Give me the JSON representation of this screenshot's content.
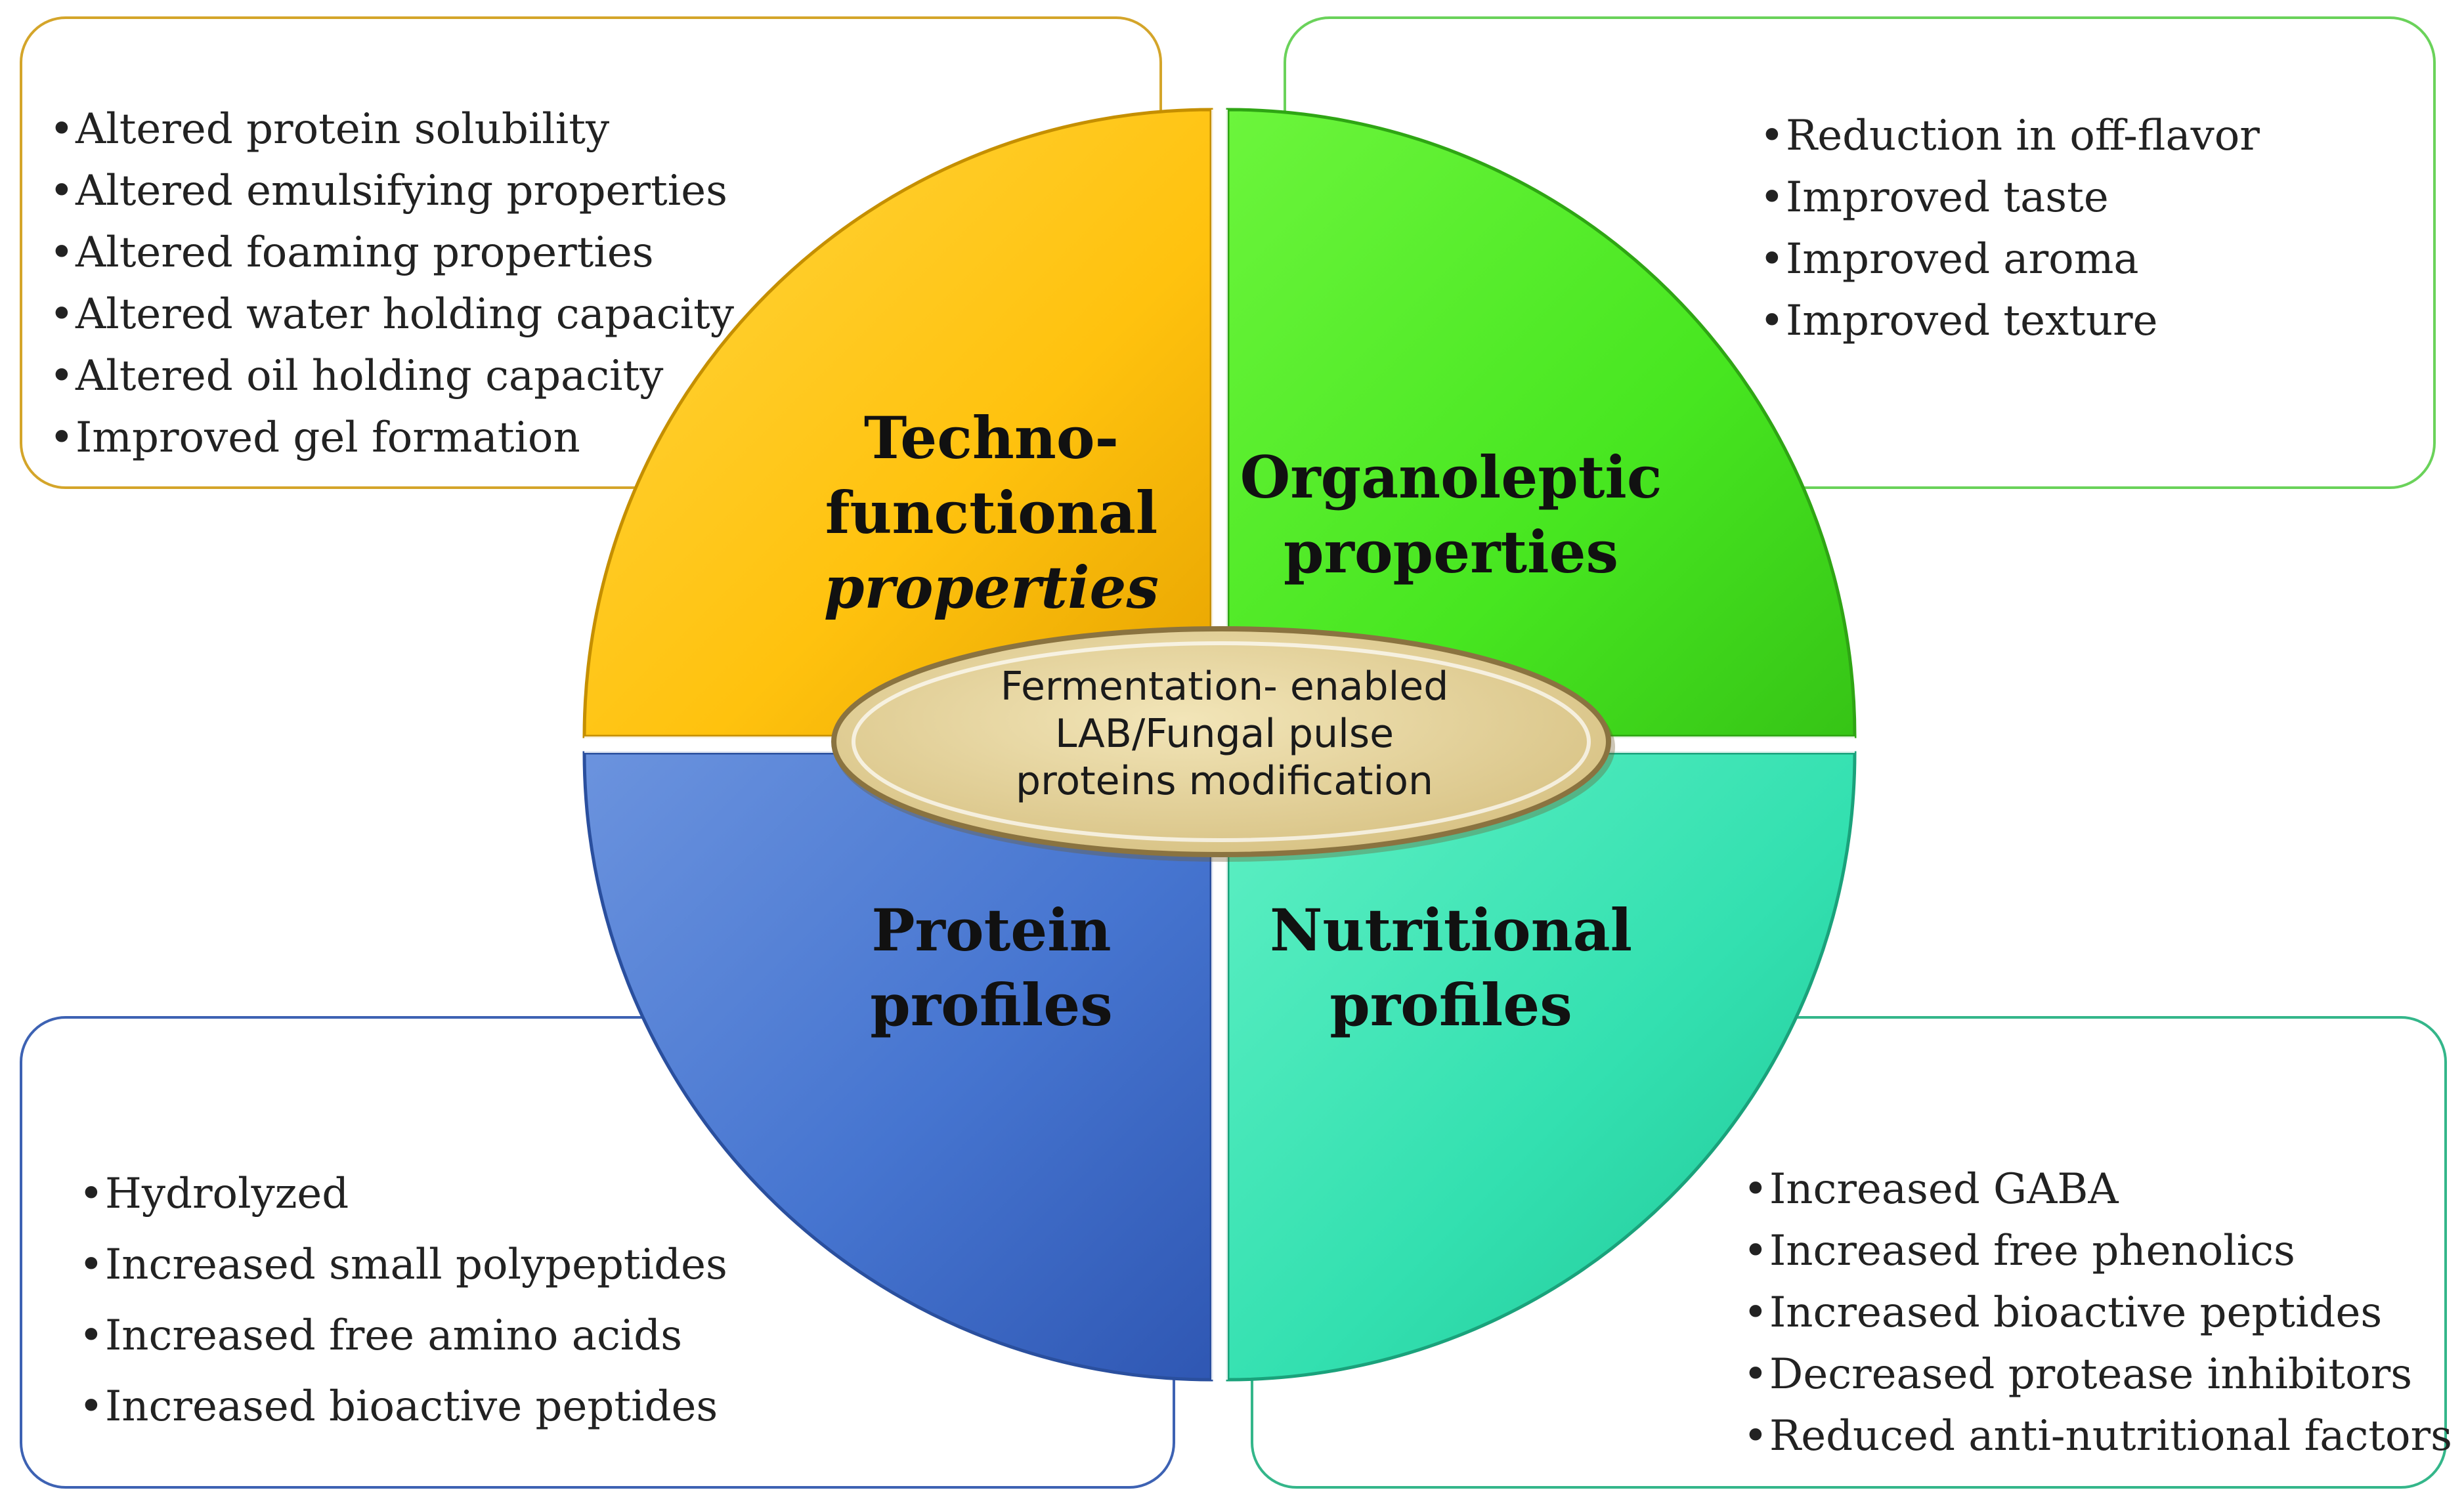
{
  "colors": {
    "techno": "#ffc20e",
    "organoleptic": "#4de829",
    "protein": "#4675d0",
    "nutritional": "#33e0b0",
    "center": "#e5d39a"
  },
  "center": {
    "line1": "Fermentation- enabled",
    "line2": "LAB/Fungal pulse",
    "line3": "proteins modification"
  },
  "quadrants": {
    "techno": {
      "title_line1": "Techno-",
      "title_line2": "functional",
      "title_line3": "properties",
      "items": [
        "Altered protein solubility",
        "Altered emulsifying properties",
        "Altered foaming properties",
        "Altered water holding capacity",
        "Altered oil holding capacity",
        "Improved gel formation"
      ]
    },
    "organoleptic": {
      "title_line1": "Organoleptic",
      "title_line2": "properties",
      "items": [
        "Reduction in off-flavor",
        "Improved taste",
        "Improved aroma",
        "Improved texture"
      ]
    },
    "protein": {
      "title_line1": "Protein",
      "title_line2": "profiles",
      "items": [
        "Hydrolyzed",
        "Increased small polypeptides",
        "Increased free amino acids",
        "Increased bioactive peptides"
      ]
    },
    "nutritional": {
      "title_line1": "Nutritional",
      "title_line2": "profiles",
      "items": [
        "Increased GABA",
        "Increased free phenolics",
        "Increased bioactive peptides",
        "Decreased protease inhibitors",
        "Reduced anti-nutritional factors"
      ]
    }
  }
}
